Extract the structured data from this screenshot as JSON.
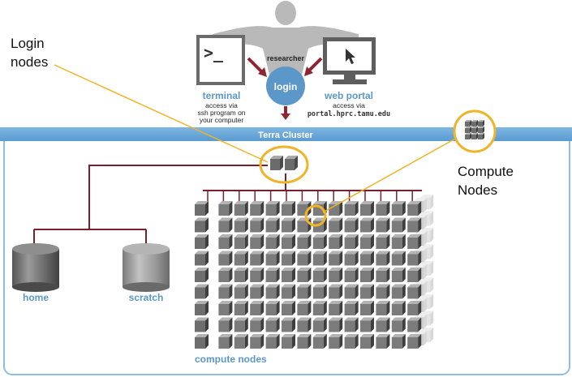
{
  "researcher": {
    "label": "researcher"
  },
  "terminal": {
    "title": "terminal",
    "desc": [
      "access via",
      "ssh program on",
      "your computer"
    ]
  },
  "login": {
    "label": "login"
  },
  "web_portal": {
    "title": "web portal",
    "desc": [
      "access via",
      "portal.hprc.tamu.edu"
    ]
  },
  "cluster": {
    "banner": "Terra Cluster"
  },
  "storage": {
    "home": "home",
    "scratch": "scratch"
  },
  "compute": {
    "label": "compute nodes",
    "grid_cols": 14,
    "grid_rows": 9
  },
  "callouts": {
    "login_nodes": [
      "Login",
      "nodes"
    ],
    "compute_nodes": [
      "Compute",
      "Nodes"
    ]
  },
  "colors": {
    "cluster_blue": "#6aa9da",
    "label_blue": "#5b97c9",
    "wire": "#7a1f2e",
    "callout_ring": "#f0b429",
    "node_gray": "#6e6e6e"
  },
  "icons": [
    "researcher-icon",
    "terminal-icon",
    "monitor-icon",
    "cursor-icon",
    "server-node-icon",
    "disk-icon"
  ]
}
